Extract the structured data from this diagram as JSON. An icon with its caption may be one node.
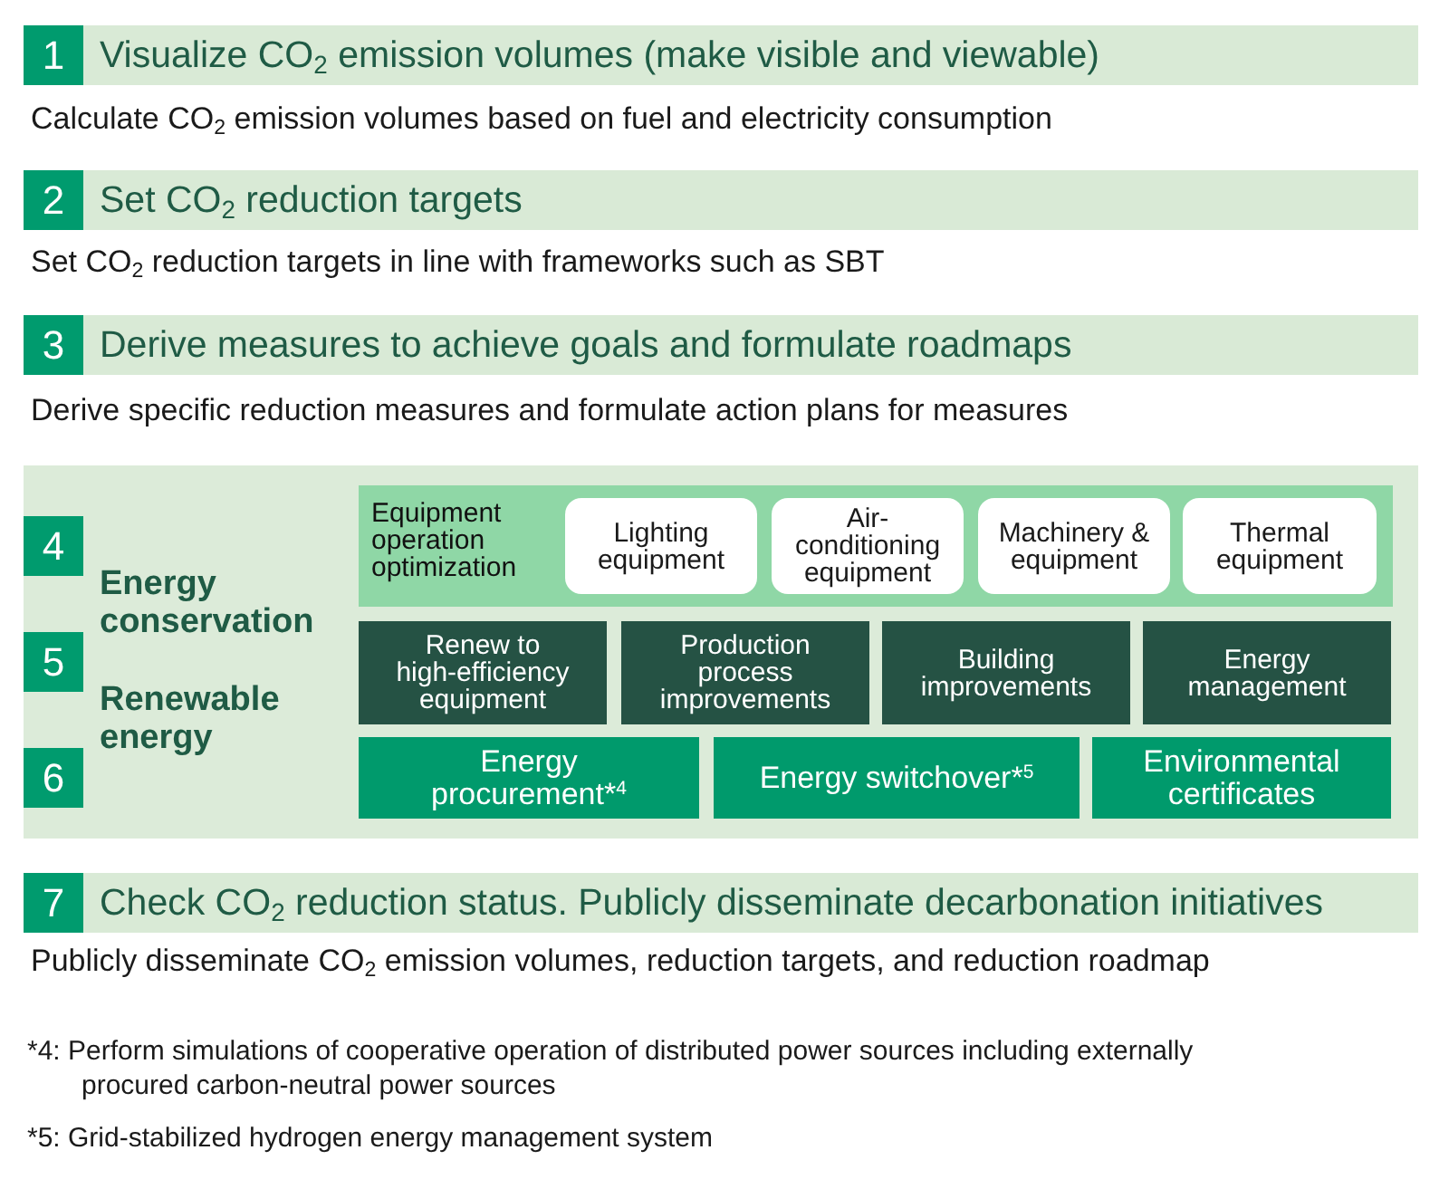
{
  "diagram": {
    "nodes": [
      {
        "text": [
          "Visualize CO$_{2}$ emission volumes (make visible and viewable)"
        ],
        "beside": [
          "Calculate CO$_{2}$ emission volumes based on fuel and electricity consumption"
        ]
      },
      {
        "text": [
          "1"
        ],
        "in": 0
      },
      {
        "text": [
          "Set CO$_{2}$ reduction targets"
        ],
        "beside": [
          "Set CO$_{2}$ reduction targets in line with frameworks such as SBT"
        ]
      },
      {
        "text": [
          "2"
        ],
        "in": 2
      },
      {
        "text": [
          "Derive measures to achieve goals and formulate roadmaps"
        ],
        "beside": [
          "Derive specific reduction measures and formulate action plans for measures"
        ]
      },
      {
        "text": [
          "3"
        ],
        "in": 4
      },
      {
        "text": [
          "Energy conservation",
          "Renewable energy"
        ]
      },
      {
        "text": [
          "4"
        ],
        "in": 6
      },
      {
        "text": [
          "Equipment operation optimization"
        ],
        "in": 6
      },
      {
        "text": [
          "Lighting equipment"
        ],
        "in": 8
      },
      {
        "text": [
          "Air-conditioning equipment"
        ],
        "in": 8
      },
      {
        "text": [
          "Machinery & equipment"
        ],
        "in": 8
      },
      {
        "text": [
          "Thermal equipment"
        ],
        "in": 8
      },
      {
        "text": [
          "5"
        ],
        "in": 6
      },
      {
        "text": [
          "Renew to high-efficiency equipment"
        ],
        "in": 6
      },
      {
        "text": [
          "Production process improvements"
        ],
        "in": 6
      },
      {
        "text": [
          "Building improvements"
        ],
        "in": 6
      },
      {
        "text": [
          "Energy management"
        ],
        "in": 6
      },
      {
        "text": [
          "6"
        ],
        "in": 6
      },
      {
        "text": [
          "Energy procurement*$^{4}$"
        ],
        "in": 6
      },
      {
        "text": [
          "Energy switchover*$^{5}$"
        ],
        "in": 6
      },
      {
        "text": [
          "Environmental certificates"
        ],
        "in": 6
      },
      {
        "text": [
          "Check CO$_{2}$ reduction status. Publicly disseminate decarbonation initiatives"
        ],
        "beside": [
          "Publicly disseminate CO$_{2}$ emission volumes, reduction targets, and reduction roadmap"
        ]
      },
      {
        "text": [
          "7"
        ],
        "in": 22
      }
    ],
    "labels": [
      "*4: Perform simulations of cooperative operation of distributed power sources including externally procured carbon-neutral power sources",
      "*5: Grid-stabilized hydrogen energy management system"
    ]
  }
}
